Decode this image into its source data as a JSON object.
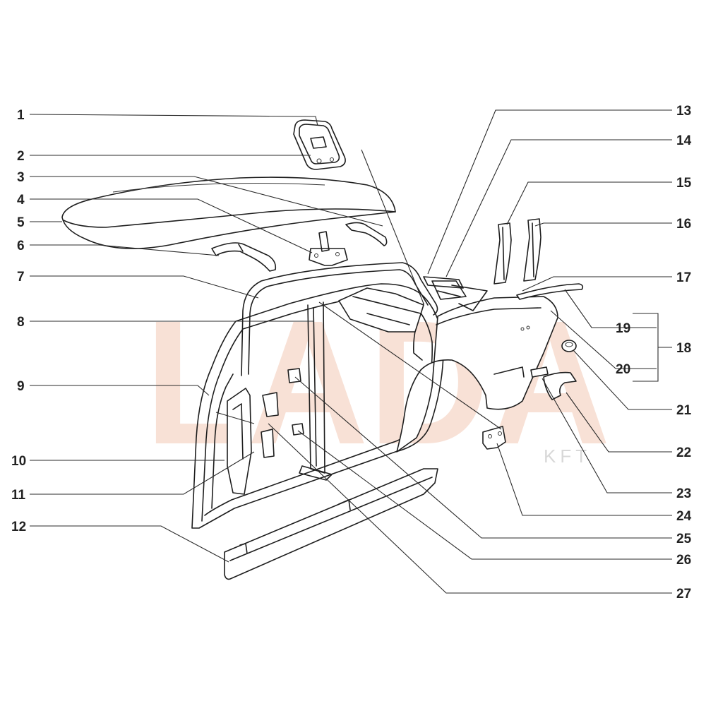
{
  "watermark": {
    "brand": "LADA",
    "sub": "KFT"
  },
  "callouts": {
    "c1": "1",
    "c2": "2",
    "c3": "3",
    "c4": "4",
    "c5": "5",
    "c6": "6",
    "c7": "7",
    "c8": "8",
    "c9": "9",
    "c10": "10",
    "c11": "11",
    "c12": "12",
    "c13": "13",
    "c14": "14",
    "c15": "15",
    "c16": "16",
    "c17": "17",
    "c18": "18",
    "c19": "19",
    "c20": "20",
    "c21": "21",
    "c22": "22",
    "c23": "23",
    "c24": "24",
    "c25": "25",
    "c26": "26",
    "c27": "27"
  },
  "colors": {
    "watermark": "#f3c9b5",
    "line": "#1e1e1e",
    "text": "#222222"
  }
}
